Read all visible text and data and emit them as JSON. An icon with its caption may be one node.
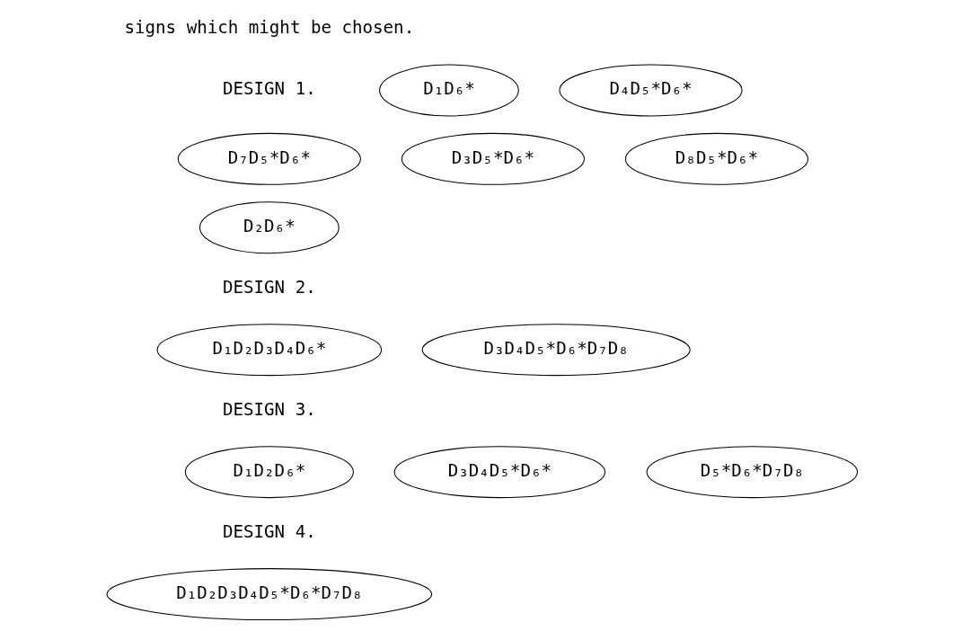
{
  "diagram": {
    "nodes": [
      {
        "text": [
          "D₁D₆*"
        ]
      },
      {
        "text": [
          "D₄D₅*D₆*"
        ]
      },
      {
        "text": [
          "D₇D₅*D₆*"
        ]
      },
      {
        "text": [
          "D₃D₅*D₆*"
        ]
      },
      {
        "text": [
          "D₈D₅*D₆*"
        ]
      },
      {
        "text": [
          "D₂D₆*"
        ]
      },
      {
        "text": [
          "D₁D₂D₃D₄D₆*"
        ]
      },
      {
        "text": [
          "D₃D₄D₅*D₆*D₇D₈"
        ]
      },
      {
        "text": [
          "D₁D₂D₆*"
        ]
      },
      {
        "text": [
          "D₃D₄D₅*D₆*"
        ]
      },
      {
        "text": [
          "D₅*D₆*D₇D₈"
        ]
      },
      {
        "text": [
          "D₁D₂D₃D₄D₅*D₆*D₇D₈"
        ]
      }
    ],
    "labels": [
      "signs which might be chosen.",
      "DESIGN 1.",
      "DESIGN 2.",
      "DESIGN 3.",
      "DESIGN 4."
    ]
  }
}
